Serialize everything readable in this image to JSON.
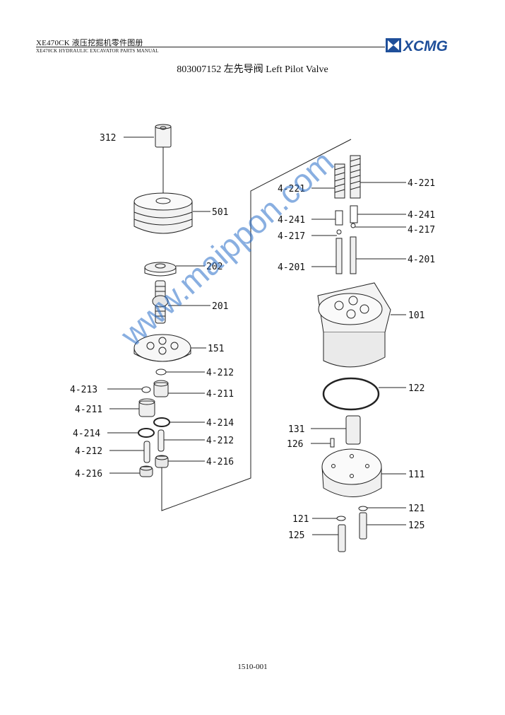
{
  "header": {
    "title": "XE470CK  液压挖掘机零件图册",
    "subtitle": "XE470CK HYDRAULIC EXCAVATOR PARTS MANUAL",
    "logo": "XCMG"
  },
  "page_title": "803007152 左先导阀  Left Pilot Valve",
  "watermark": "www.maippon.com",
  "footer": {
    "page_number": "1510-001"
  },
  "callouts": {
    "c312": "312",
    "c501": "501",
    "c202": "202",
    "c201": "201",
    "c151": "151",
    "c4212a": "4-212",
    "c4213": "4-213",
    "c4211a": "4-211",
    "c4211b": "4-211",
    "c4214a": "4-214",
    "c4214b": "4-214",
    "c4212b": "4-212",
    "c4212c": "4-212",
    "c4216a": "4-216",
    "c4216b": "4-216",
    "c4221a": "4-221",
    "c4221b": "4-221",
    "c4241a": "4-241",
    "c4241b": "4-241",
    "c4217a": "4-217",
    "c4217b": "4-217",
    "c4201a": "4-201",
    "c4201b": "4-201",
    "c101": "101",
    "c122": "122",
    "c131": "131",
    "c126": "126",
    "c111": "111",
    "c121a": "121",
    "c121b": "121",
    "c125a": "125",
    "c125b": "125"
  }
}
